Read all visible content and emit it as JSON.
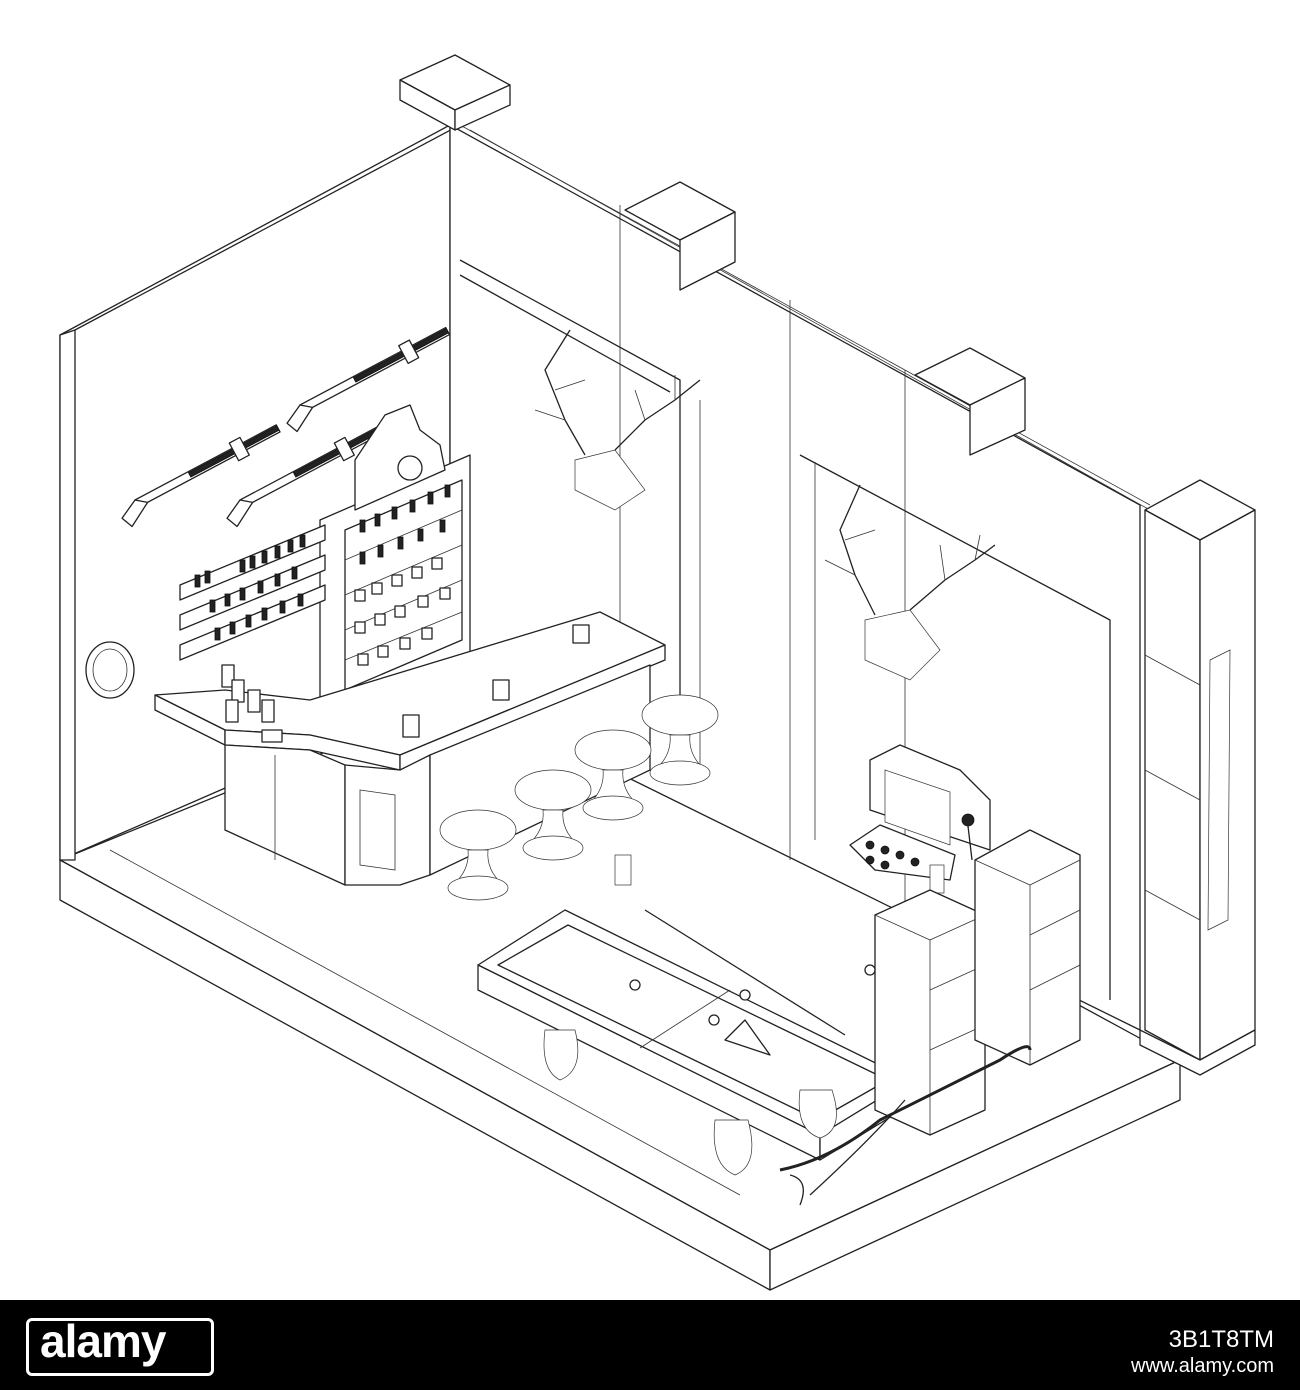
{
  "scene": {
    "subject": "isometric wireframe bar room",
    "line_color": "#222222",
    "background": "#ffffff"
  },
  "footer": {
    "background": "#000000",
    "text_color": "#ffffff",
    "logo_text": "alamy",
    "image_id": "3B1T8TM",
    "url": "www.alamy.com"
  }
}
